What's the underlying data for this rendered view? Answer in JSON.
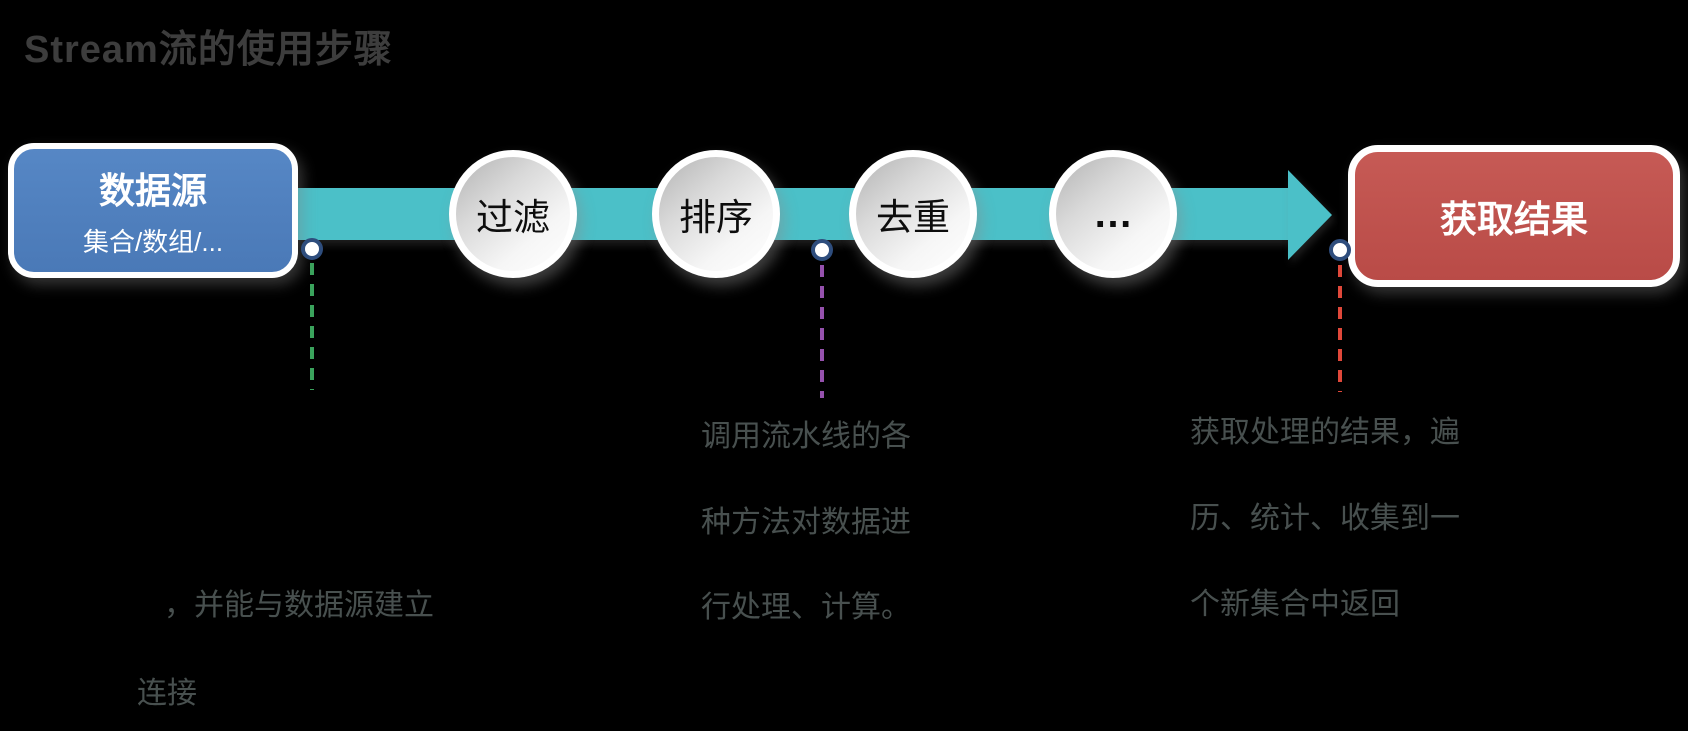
{
  "title": "Stream流的使用步骤",
  "source_box": {
    "title": "数据源",
    "subtitle": "集合/数组/..."
  },
  "pipeline": {
    "steps": [
      {
        "label": "过滤"
      },
      {
        "label": "排序"
      },
      {
        "label": "去重"
      },
      {
        "label": "…"
      }
    ]
  },
  "result_box": {
    "title": "获取结果"
  },
  "annotations": {
    "source": {
      "lines": [
        "，并能与数据源建立",
        "连接"
      ],
      "connector_color": "#3aa35c"
    },
    "middle": {
      "lines": [
        "调用流水线的各",
        "种方法对数据进",
        "行处理、计算。"
      ],
      "connector_color": "#9551ad"
    },
    "result": {
      "lines": [
        "获取处理的结果，遍",
        "历、统计、收集到一",
        "个新集合中返回"
      ],
      "connector_color": "#e0483a"
    }
  },
  "colors": {
    "background": "#000000",
    "title_text": "#3d3d3d",
    "source_box_fill": "#4f81bd",
    "result_box_fill": "#c0504d",
    "arrow_fill": "#4bc0c8",
    "node_ring": "#2e4d7d",
    "annotation_text": "#48504f"
  }
}
